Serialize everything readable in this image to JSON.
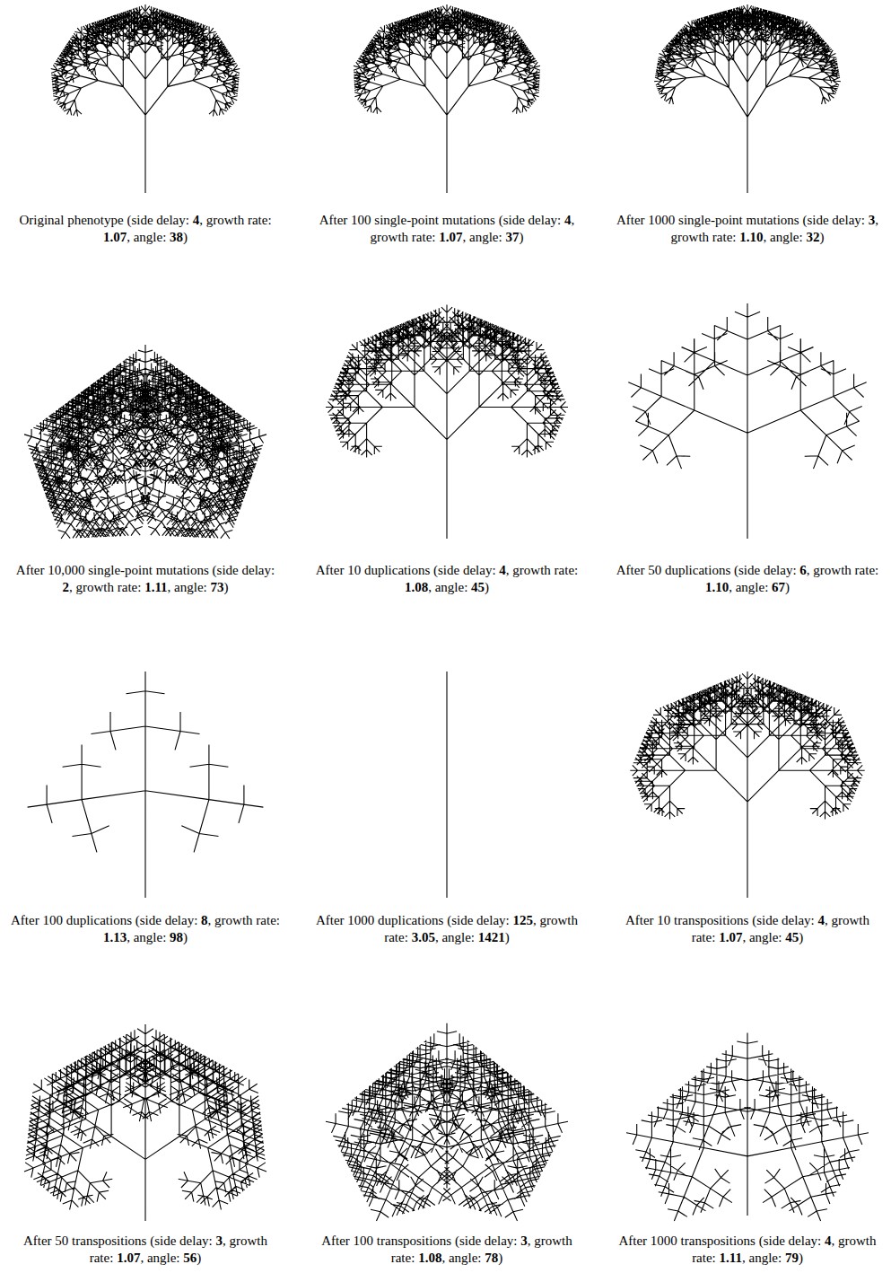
{
  "diagram": {
    "labels": [
      "Original phenotype (side delay: 4, growth rate: 1.07, angle: 38)",
      "After 100 single-point mutations (side delay: 4, growth rate: 1.07, angle: 37)",
      "After 1000 single-point mutations (side delay: 3, growth rate: 1.10, angle: 32)",
      "After 10,000 single-point mutations (side delay: 2, growth rate: 1.11, angle: 73)",
      "After 10 duplications (side delay: 4, growth rate: 1.08, angle: 45)",
      "After 50 duplications (side delay: 6, growth rate: 1.10, angle: 67)",
      "After 100 duplications (side delay: 8, growth rate: 1.13, angle: 98)",
      "After 1000 duplications (side delay: 125, growth rate: 3.05, angle: 1421)",
      "After 10 transpositions (side delay: 4, growth rate: 1.07, angle: 45)",
      "After 50 transpositions (side delay: 3, growth rate: 1.07, angle: 56)",
      "After 100 transpositions (side delay: 3, growth rate: 1.08, angle: 78)",
      "After 1000 transpositions (side delay: 4, growth rate: 1.11, angle: 79)"
    ]
  }
}
